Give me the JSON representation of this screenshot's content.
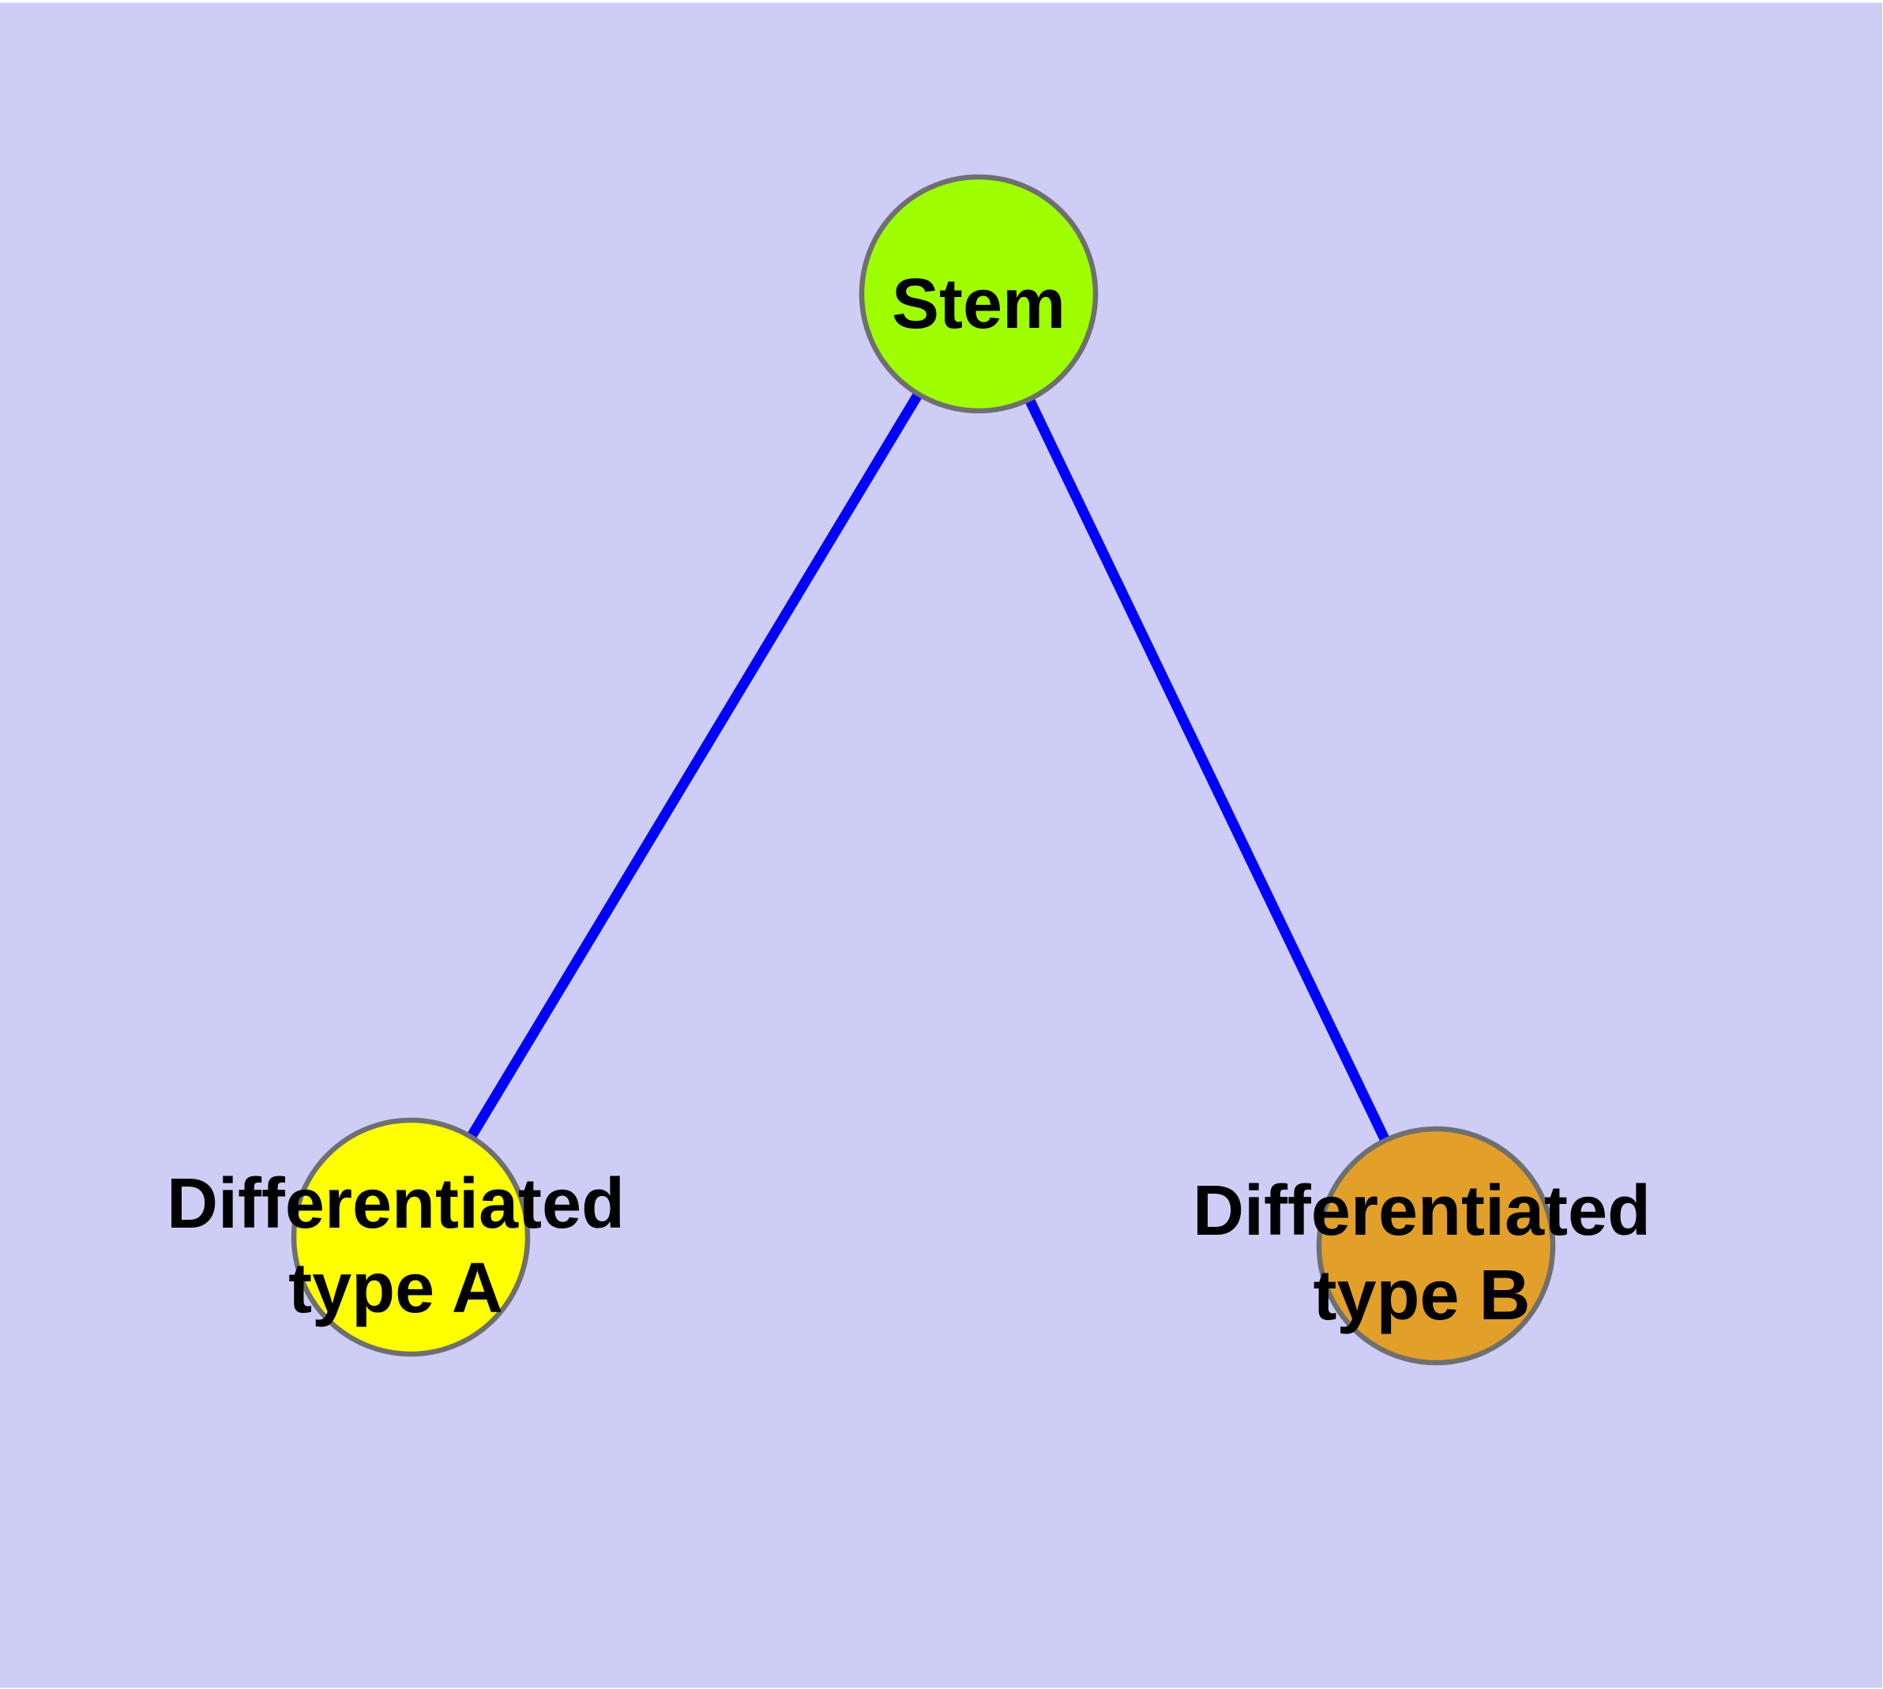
{
  "figure": {
    "background_color": "#CDCDF6",
    "edge_color": "#0000FF",
    "node_border_color": "#6F6F6F",
    "label_color": "#000000",
    "nodes": {
      "stem": {
        "label": "Stem",
        "fill": "#9FFF00"
      },
      "type_a": {
        "label": "Differentiated type A",
        "label_line1": "Differentiated",
        "label_line2": "type A",
        "fill": "#FFFF00"
      },
      "type_b": {
        "label": "Differentiated type B",
        "label_line1": "Differentiated",
        "label_line2": "type B",
        "fill": "#E2A02A"
      }
    },
    "edges": [
      {
        "from": "Stem",
        "to": "Differentiated type A"
      },
      {
        "from": "Stem",
        "to": "Differentiated type B"
      }
    ]
  }
}
